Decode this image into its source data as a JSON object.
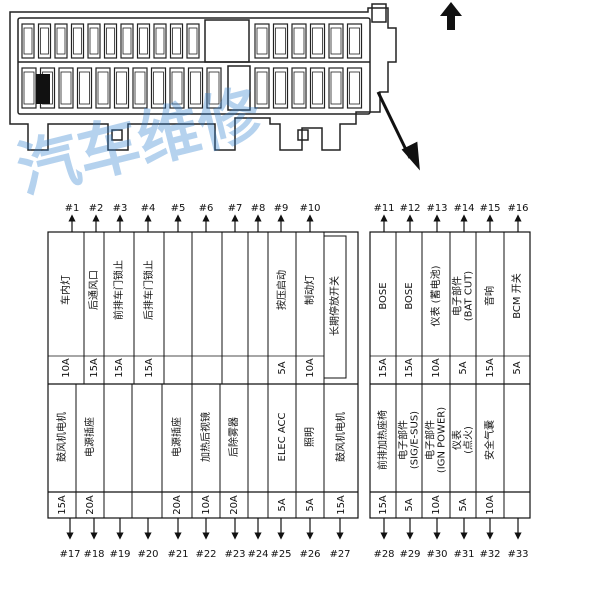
{
  "watermark": "汽车维修",
  "pins_top": [
    {
      "id": "#1"
    },
    {
      "id": "#2"
    },
    {
      "id": "#3"
    },
    {
      "id": "#4"
    },
    {
      "id": "#5"
    },
    {
      "id": "#6"
    },
    {
      "id": "#7"
    },
    {
      "id": "#8"
    },
    {
      "id": "#9"
    },
    {
      "id": "#10"
    },
    {
      "id": "#11"
    },
    {
      "id": "#12"
    },
    {
      "id": "#13"
    },
    {
      "id": "#14"
    },
    {
      "id": "#15"
    },
    {
      "id": "#16"
    }
  ],
  "pins_bottom": [
    {
      "id": "#17"
    },
    {
      "id": "#18"
    },
    {
      "id": "#19"
    },
    {
      "id": "#20"
    },
    {
      "id": "#21"
    },
    {
      "id": "#22"
    },
    {
      "id": "#23"
    },
    {
      "id": "#24"
    },
    {
      "id": "#25"
    },
    {
      "id": "#26"
    },
    {
      "id": "#27"
    },
    {
      "id": "#28"
    },
    {
      "id": "#29"
    },
    {
      "id": "#30"
    },
    {
      "id": "#31"
    },
    {
      "id": "#32"
    },
    {
      "id": "#33"
    }
  ],
  "upper_left": [
    {
      "label": "车内灯",
      "amp": "10A"
    },
    {
      "label": "后通风口",
      "amp": "15A"
    },
    {
      "label": "前排车门锁止",
      "amp": "15A"
    },
    {
      "label": "后排车门锁止",
      "amp": "15A"
    },
    {
      "label": "",
      "amp": ""
    },
    {
      "label": "",
      "amp": ""
    },
    {
      "label": "",
      "amp": ""
    },
    {
      "label": "",
      "amp": ""
    },
    {
      "label": "按压启动",
      "amp": "5A"
    },
    {
      "label": "制动灯",
      "amp": "10A"
    }
  ],
  "long_term_switch": "长期停放开关",
  "upper_right": [
    {
      "label": "BOSE",
      "amp": "15A"
    },
    {
      "label": "BOSE",
      "amp": "15A"
    },
    {
      "label": "仪表 (蓄电池)",
      "amp": "10A"
    },
    {
      "label": "电子部件|(BAT CUT)",
      "amp": "5A"
    },
    {
      "label": "音响",
      "amp": "15A"
    },
    {
      "label": "BCM 开关",
      "amp": "5A"
    }
  ],
  "lower_left": [
    {
      "label": "鼓风机电机",
      "amp": "15A"
    },
    {
      "label": "电源插座",
      "amp": "20A"
    },
    {
      "label": "",
      "amp": ""
    },
    {
      "label": "",
      "amp": ""
    },
    {
      "label": "电源插座",
      "amp": "20A"
    },
    {
      "label": "加热后视镜",
      "amp": "10A"
    },
    {
      "label": "后除雾器",
      "amp": "20A"
    },
    {
      "label": "",
      "amp": ""
    },
    {
      "label": "ELEC ACC",
      "amp": "5A"
    },
    {
      "label": "照明",
      "amp": "5A"
    },
    {
      "label": "鼓风机电机",
      "amp": "15A"
    }
  ],
  "lower_right": [
    {
      "label": "前排加热座椅",
      "amp": "15A"
    },
    {
      "label": "电子部件|(SIG/E-SUS)",
      "amp": "5A"
    },
    {
      "label": "电子部件|(IGN POWER)",
      "amp": "10A"
    },
    {
      "label": "仪表|(点火)",
      "amp": "5A"
    },
    {
      "label": "安全气囊",
      "amp": "10A"
    },
    {
      "label": "",
      "amp": ""
    }
  ]
}
